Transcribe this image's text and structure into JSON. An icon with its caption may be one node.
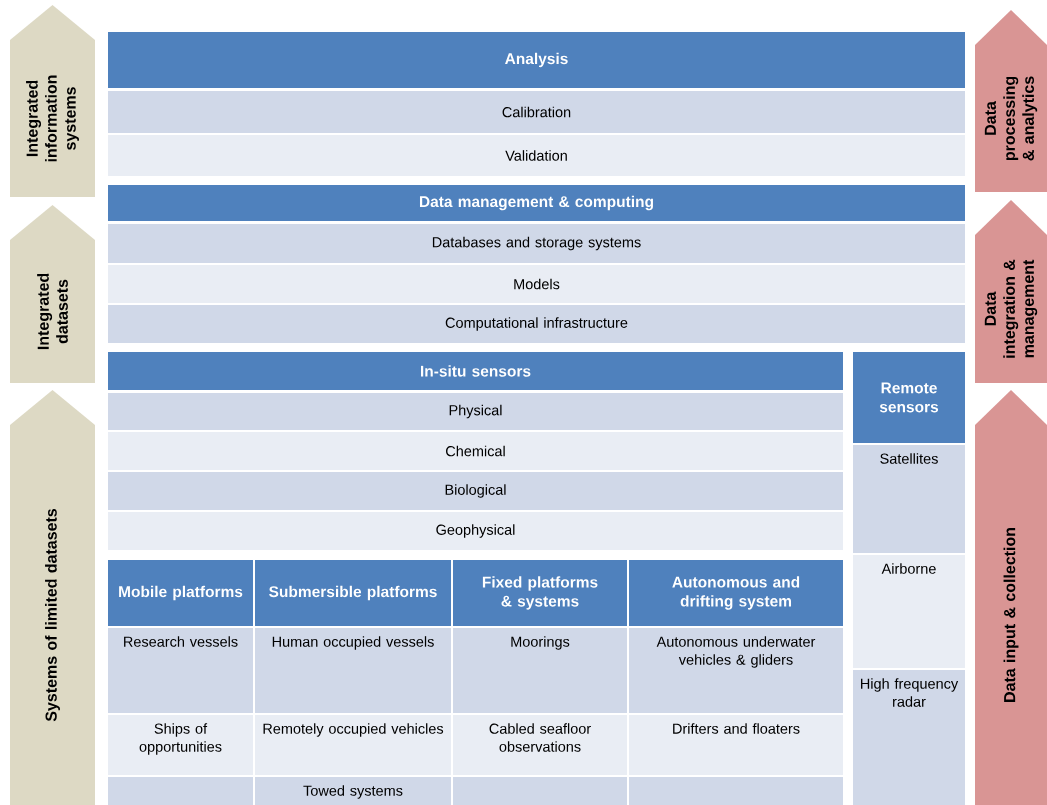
{
  "diagram": {
    "nodes": [
      {
        "text": [
          "Integrated information systems"
        ]
      },
      {
        "text": [
          "Integrated datasets"
        ]
      },
      {
        "text": [
          "Systems of limited datasets"
        ]
      },
      {
        "text": [
          "Analysis"
        ]
      },
      {
        "text": [
          "Calibration"
        ]
      },
      {
        "text": [
          "Validation"
        ]
      },
      {
        "text": [
          "Data management & computing"
        ]
      },
      {
        "text": [
          "Databases and storage systems"
        ]
      },
      {
        "text": [
          "Models"
        ]
      },
      {
        "text": [
          "Computational infrastructure"
        ]
      },
      {
        "text": [
          "In-situ sensors"
        ]
      },
      {
        "text": [
          "Remote sensors"
        ]
      },
      {
        "text": [
          "Physical"
        ]
      },
      {
        "text": [
          "Chemical"
        ]
      },
      {
        "text": [
          "Biological"
        ]
      },
      {
        "text": [
          "Geophysical"
        ]
      },
      {
        "text": [
          "Satellites"
        ]
      },
      {
        "text": [
          "Airborne"
        ]
      },
      {
        "text": [
          "High frequency radar"
        ]
      },
      {
        "text": [
          "Mobile platforms"
        ]
      },
      {
        "text": [
          "Submersible platforms"
        ]
      },
      {
        "text": [
          "Fixed platforms & systems"
        ]
      },
      {
        "text": [
          "Autonomous and drifting system"
        ]
      },
      {
        "text": [
          "Research vessels"
        ]
      },
      {
        "text": [
          "Human occupied vessels"
        ]
      },
      {
        "text": [
          "Moorings"
        ]
      },
      {
        "text": [
          "Autonomous underwater vehicles & gliders"
        ]
      },
      {
        "text": [
          "Ships of opportunities"
        ]
      },
      {
        "text": [
          "Remotely occupied vehicles"
        ]
      },
      {
        "text": [
          "Cabled seafloor observations"
        ]
      },
      {
        "text": [
          "Drifters and floaters"
        ]
      },
      {
        "text": [],
        "shape": "box"
      },
      {
        "text": [
          "Towed systems"
        ]
      },
      {
        "text": [],
        "shape": "box"
      },
      {
        "text": [],
        "shape": "box"
      },
      {
        "text": [
          "Data processing & analytics"
        ]
      },
      {
        "text": [
          "Data integration & management"
        ]
      },
      {
        "text": [
          "Data input & collection"
        ]
      }
    ]
  }
}
